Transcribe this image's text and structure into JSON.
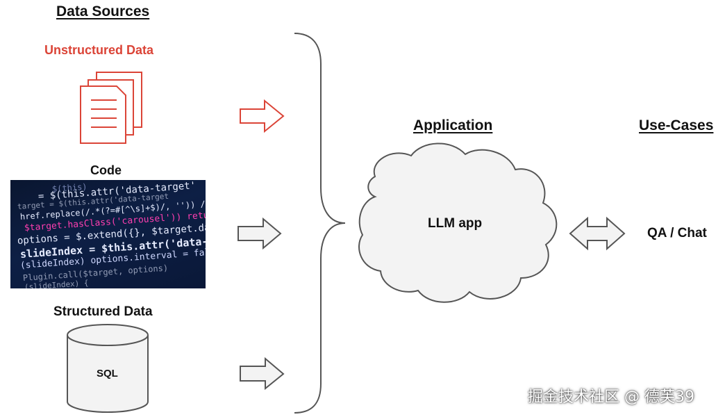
{
  "headings": {
    "data_sources": "Data Sources",
    "application": "Application",
    "use_cases": "Use-Cases"
  },
  "sources": {
    "unstructured": "Unstructured Data",
    "code": "Code",
    "structured": "Structured Data",
    "sql": "SQL"
  },
  "app": {
    "llm": "LLM app"
  },
  "use_case": {
    "qa_chat": "QA / Chat"
  },
  "code_image": {
    "lines": [
      "$(this)",
      "= $(this.attr('data-target'",
      "target = $(this.attr('data-target",
      "href.replace(/.*(?=#[^\\s]+$)/, '')) // st",
      "$target.hasClass('carousel')) return",
      "options = $.extend({}, $target.data(), $",
      "slideIndex = $this.attr('data-slide-to')",
      "(slideIndex) options.interval = false",
      "Plugin.call($target, options)",
      "(slideIndex) {"
    ]
  },
  "watermark": "掘金技术社区 @ 德芙39",
  "colors": {
    "accent_red": "#db4437",
    "stroke_gray": "#555555",
    "cloud_fill": "#f3f3f3",
    "db_fill": "#f3f3f3",
    "arrow_fill": "#f3f3f3"
  },
  "icons": {
    "document_stack": "document-stack-icon",
    "database": "database-cylinder-icon",
    "cloud": "cloud-shape"
  }
}
